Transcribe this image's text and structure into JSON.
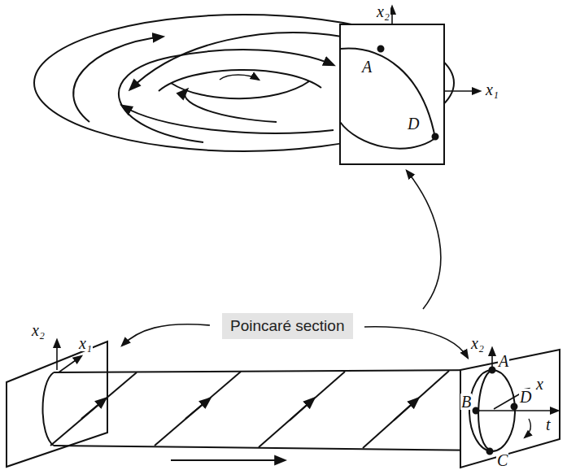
{
  "diagram": {
    "nodes": [
      {
        "text": [
          "Poincaré section"
        ]
      }
    ],
    "labels": [
      "x₂",
      "A",
      "D",
      "x₁",
      "x₂",
      "x₁",
      "x₂",
      "A",
      "x",
      "B",
      "D",
      "t",
      "C"
    ]
  }
}
